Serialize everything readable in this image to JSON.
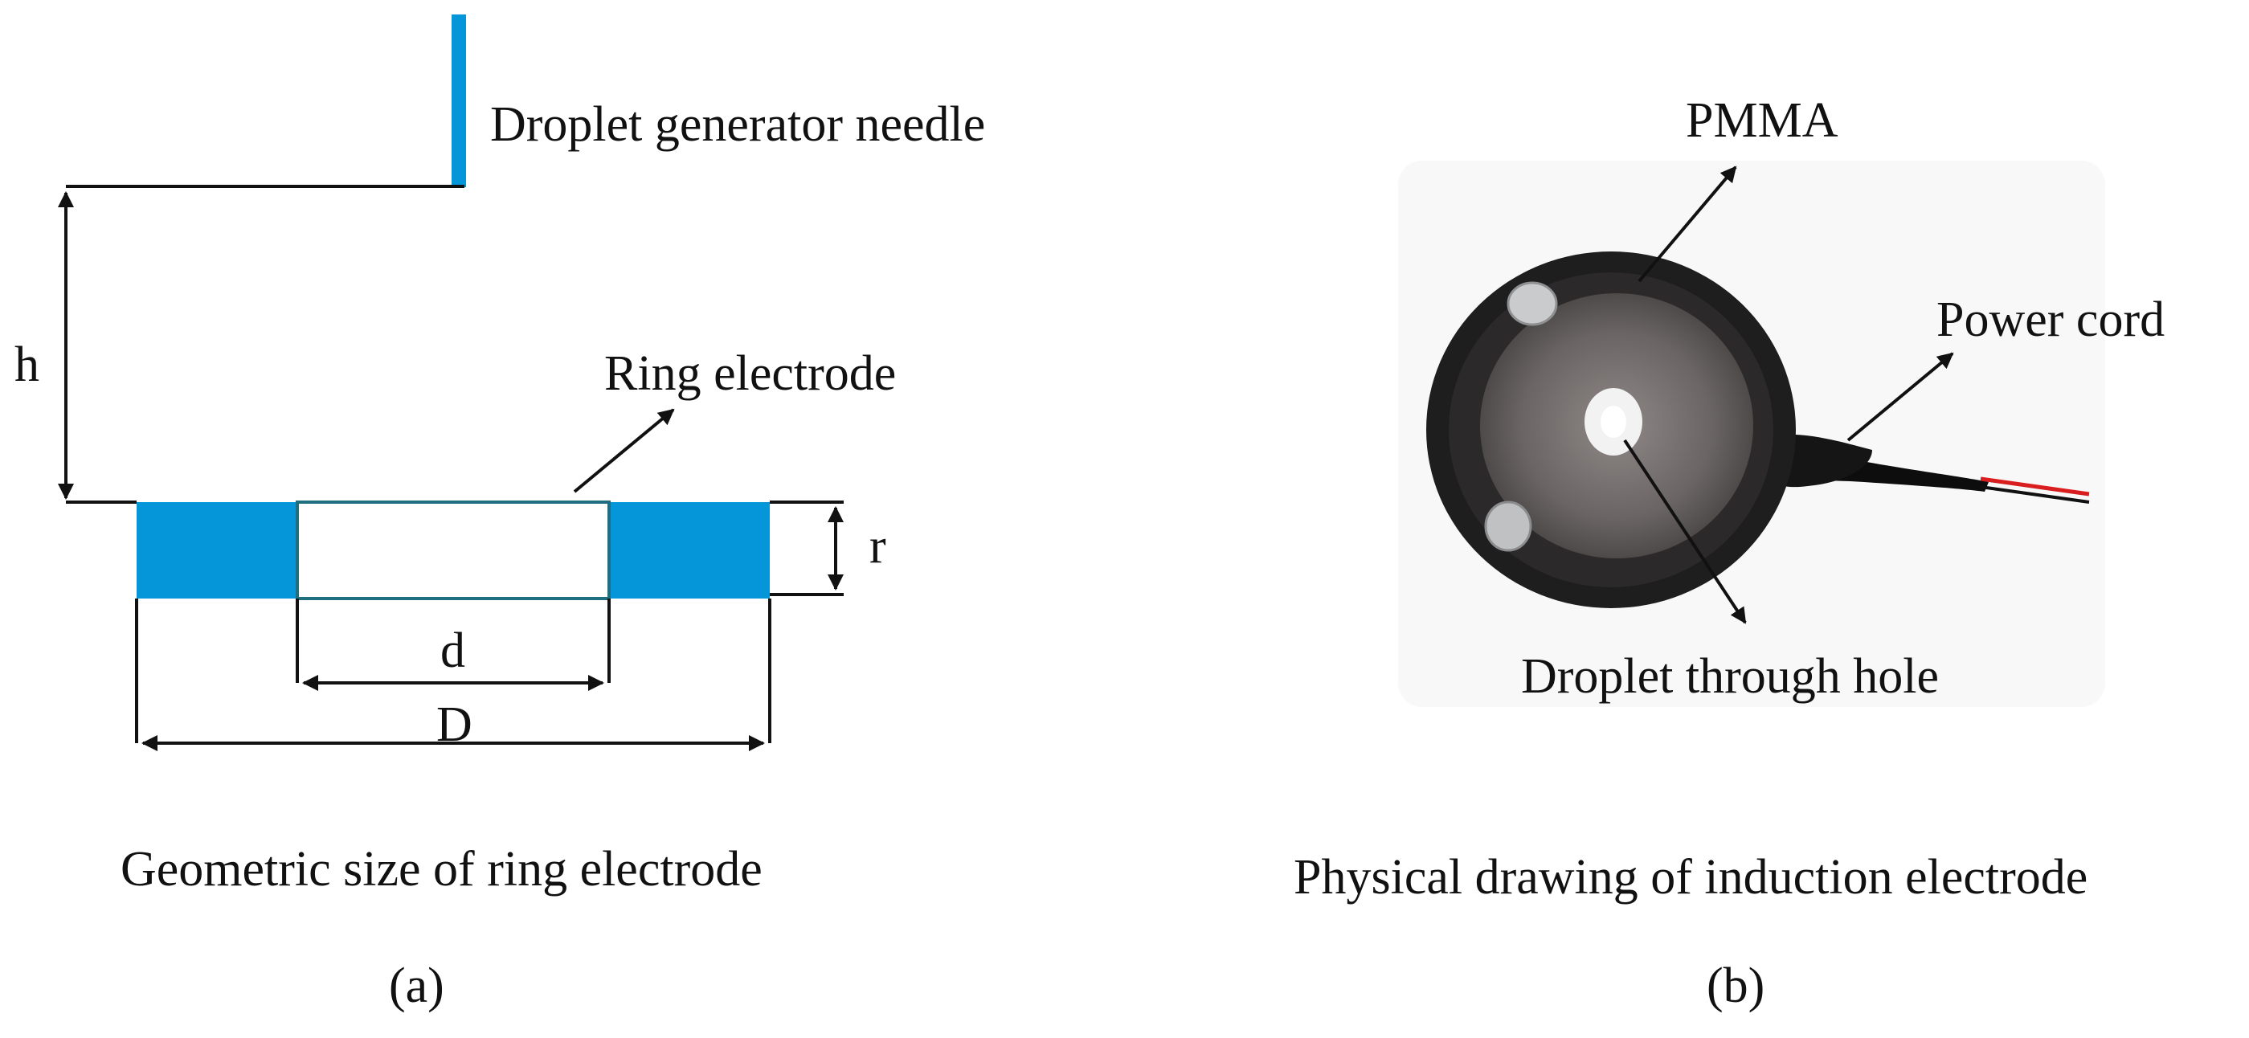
{
  "panel_a": {
    "needle_label": "Droplet generator needle",
    "ring_label": "Ring electrode",
    "dim_h": "h",
    "dim_r": "r",
    "dim_d": "d",
    "dim_D": "D",
    "caption": "Geometric size of ring electrode",
    "tag": "(a)"
  },
  "panel_b": {
    "pmma_label": "PMMA",
    "power_label": "Power cord",
    "hole_label": "Droplet through hole",
    "caption": "Physical drawing of induction electrode",
    "tag": "(b)"
  },
  "colors": {
    "electrode_blue": "#0596d9",
    "line": "#111111",
    "disc_outer": "#1e1e1e",
    "disc_inner": "#6e6a69",
    "cord_red": "#d81e1e"
  }
}
